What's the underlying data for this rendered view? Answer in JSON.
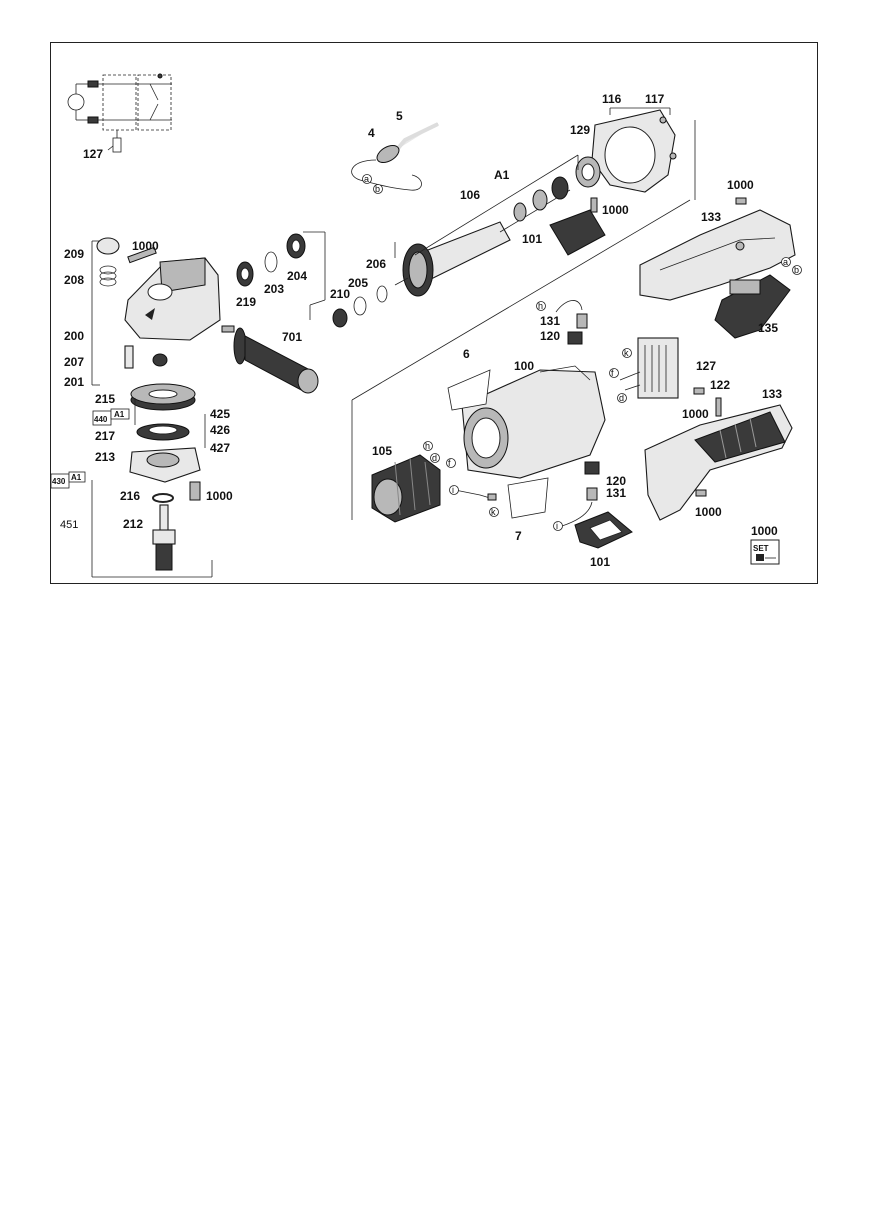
{
  "labels": {
    "l127a": "127",
    "l5": "5",
    "l4": "4",
    "la1": "a",
    "lb1": "b",
    "l116": "116",
    "l117": "117",
    "l129": "129",
    "lA1": "A1",
    "l106": "106",
    "l1000a": "1000",
    "l101a": "101",
    "l1000b": "1000",
    "l133a": "133",
    "la2": "a",
    "lb2": "b",
    "l135": "135",
    "l209": "209",
    "l1000c": "1000",
    "l208": "208",
    "l200": "200",
    "l207": "207",
    "l201": "201",
    "l219": "219",
    "l203": "203",
    "l204": "204",
    "l206": "206",
    "l205": "205",
    "l210": "210",
    "l701": "701",
    "lh1": "h",
    "l131a": "131",
    "l120a": "120",
    "lk1": "k",
    "lf1": "f",
    "ld1": "d",
    "l127b": "127",
    "l6": "6",
    "l100": "100",
    "l122": "122",
    "l133b": "133",
    "l1000d": "1000",
    "l215": "215",
    "l440": "440",
    "l440A1": "A1",
    "l425": "425",
    "l426": "426",
    "l217": "217",
    "l427": "427",
    "l213": "213",
    "l430": "430",
    "l430A1": "A1",
    "l216": "216",
    "l1000e": "1000",
    "l451": "451",
    "l212": "212",
    "l105": "105",
    "lh2": "h",
    "ld2": "d",
    "lf2": "f",
    "li1": "i",
    "lk2": "k",
    "l7": "7",
    "l120b": "120",
    "l131b": "131",
    "li2": "i",
    "l101b": "101",
    "l1000f": "1000",
    "l1000set": "1000",
    "lset": "SET"
  }
}
